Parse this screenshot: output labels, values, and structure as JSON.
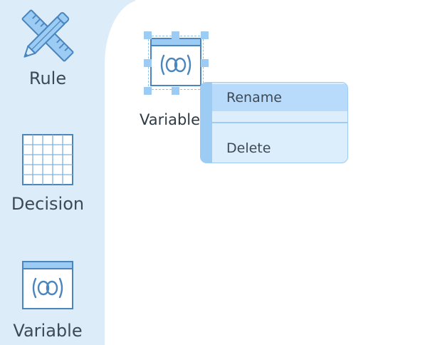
{
  "palette": {
    "items": [
      {
        "label": "Rule",
        "icon": "ruler-pencil-icon"
      },
      {
        "label": "Decision",
        "icon": "grid-table-icon"
      },
      {
        "label": "Variable",
        "icon": "variable-icon"
      }
    ]
  },
  "canvas": {
    "node": {
      "label": "Variable",
      "icon": "variable-icon"
    }
  },
  "context_menu": {
    "items": [
      {
        "label": "Rename"
      },
      {
        "label": "Delete"
      }
    ]
  },
  "colors": {
    "panel_bg": "#dcecf9",
    "accent": "#9ccbf3",
    "icon_stroke": "#4a86bd",
    "highlight": "#b9dbfb"
  }
}
